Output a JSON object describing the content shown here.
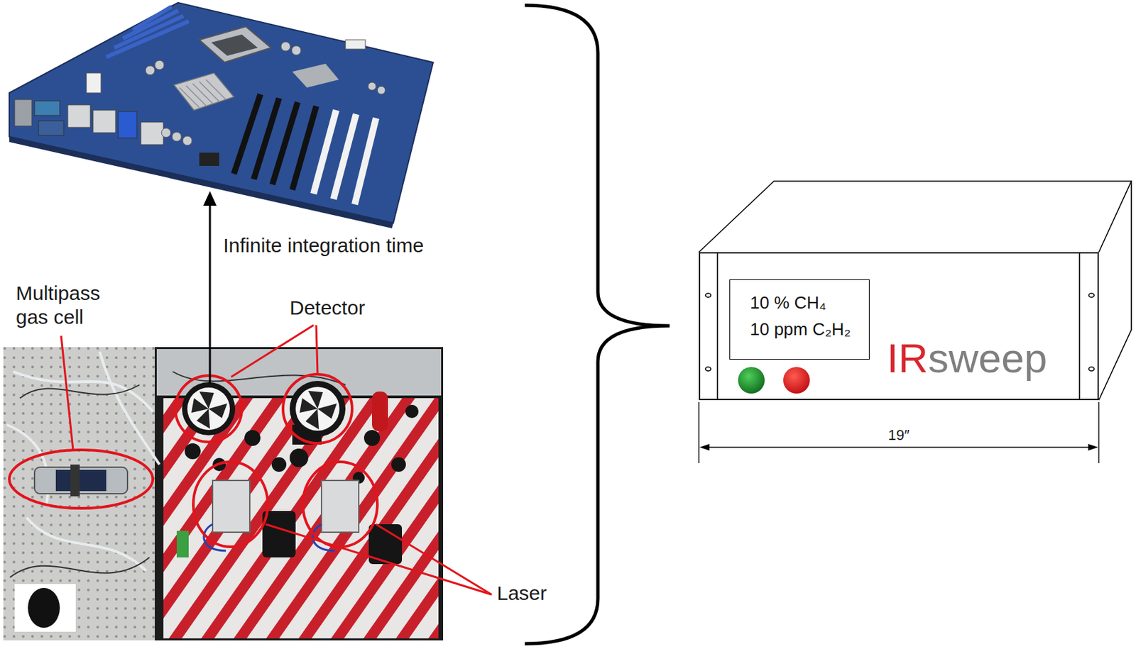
{
  "diagram": {
    "nodes": [
      {
        "text": [
          "IR",
          "sweep"
        ]
      },
      {
        "text": [
          "10 % CH₄",
          "10 ppm C₂H₂"
        ],
        "in": 0
      }
    ],
    "labels": [
      "Infinite integration time",
      "Multipass gas cell",
      "Detector",
      "Laser",
      "19″"
    ]
  }
}
